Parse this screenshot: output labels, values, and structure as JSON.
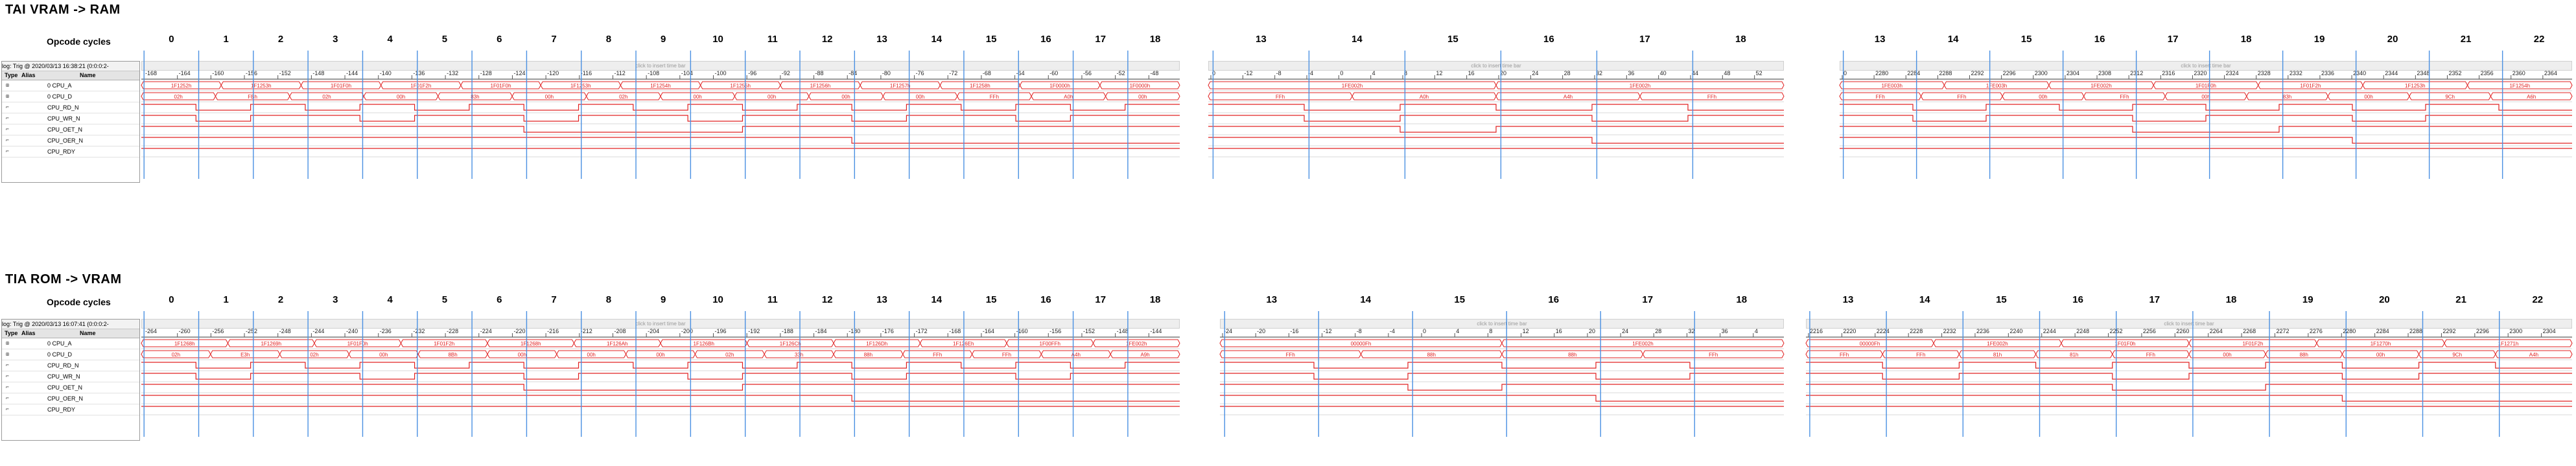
{
  "sections": [
    {
      "title": "TAI VRAM -> RAM",
      "trigger": "log: Trig @ 2020/03/13 16:38:21 (0:0:0:2-",
      "panels": [
        {
          "ticks": [
            "-168",
            "-164",
            "-160",
            "-156",
            "-152",
            "-148",
            "-144",
            "-140",
            "-136",
            "-132",
            "-128",
            "-124",
            "-120",
            "-116",
            "-112",
            "-108",
            "-104",
            "-100",
            "-96",
            "-92",
            "-88",
            "-84",
            "-80",
            "-76",
            "-72",
            "-68",
            "-64",
            "-60",
            "-56",
            "-52",
            "-48"
          ],
          "cycles": [
            "0",
            "1",
            "2",
            "3",
            "4",
            "5",
            "6",
            "7",
            "8",
            "9",
            "10",
            "11",
            "12",
            "13",
            "14",
            "15",
            "16",
            "17",
            "18"
          ],
          "addr_labels": [
            "1F1252h",
            "1F1253h",
            "1F01F0h",
            "1F01F2h",
            "1F01F0h",
            "1F1253h",
            "1F1254h",
            "1F1255h",
            "1F1256h",
            "1F1257h",
            "1F1258h",
            "1F0000h",
            "1F0000h"
          ],
          "data_labels": [
            "02h",
            "FBh",
            "02h",
            "00h",
            "83h",
            "00h",
            "02h",
            "00h",
            "00h",
            "00h",
            "00h",
            "FFh",
            "A0h",
            "00h"
          ]
        },
        {
          "ticks": [
            "0",
            "-12",
            "-8",
            "-4",
            "0",
            "4",
            "8",
            "12",
            "16",
            "20",
            "24",
            "28",
            "32",
            "36",
            "40",
            "44",
            "48",
            "52"
          ],
          "cycles": [
            "13",
            "14",
            "15",
            "16",
            "17",
            "18"
          ],
          "addr_labels": [
            "1FE002h",
            "1FE002h"
          ],
          "data_labels": [
            "FFh",
            "A0h",
            "A4h",
            "FFh"
          ]
        },
        {
          "ticks": [
            "0",
            "2280",
            "2284",
            "2288",
            "2292",
            "2296",
            "2300",
            "2304",
            "2308",
            "2312",
            "2316",
            "2320",
            "2324",
            "2328",
            "2332",
            "2336",
            "2340",
            "2344",
            "2348",
            "2352",
            "2356",
            "2360",
            "2364"
          ],
          "cycles": [
            "13",
            "14",
            "15",
            "16",
            "17",
            "18",
            "19",
            "20",
            "21",
            "22"
          ],
          "addr_labels": [
            "1FE003h",
            "1FE003h",
            "1FE002h",
            "1F01F0h",
            "1F01F2h",
            "1F1253h",
            "1F1254h"
          ],
          "data_labels": [
            "FFh",
            "FFh",
            "00h",
            "FFh",
            "00h",
            "83h",
            "00h",
            "9Ch",
            "A6h"
          ]
        }
      ]
    },
    {
      "title": "TIA ROM -> VRAM",
      "trigger": "log: Trig @ 2020/03/13 16:07:41 (0:0:0:2-",
      "panels": [
        {
          "ticks": [
            "-264",
            "-260",
            "-256",
            "-252",
            "-248",
            "-244",
            "-240",
            "-236",
            "-232",
            "-228",
            "-224",
            "-220",
            "-216",
            "-212",
            "-208",
            "-204",
            "-200",
            "-196",
            "-192",
            "-188",
            "-184",
            "-180",
            "-176",
            "-172",
            "-168",
            "-164",
            "-160",
            "-156",
            "-152",
            "-148",
            "-144"
          ],
          "cycles": [
            "0",
            "1",
            "2",
            "3",
            "4",
            "5",
            "6",
            "7",
            "8",
            "9",
            "10",
            "11",
            "12",
            "13",
            "14",
            "15",
            "16",
            "17",
            "18"
          ],
          "addr_labels": [
            "1F1268h",
            "1F1269h",
            "1F01F0h",
            "1F01F2h",
            "1F1268h",
            "1F126Ah",
            "1F126Bh",
            "1F126Ch",
            "1F126Dh",
            "1F126Eh",
            "1F00FFh",
            "1FE002h"
          ],
          "data_labels": [
            "02h",
            "E3h",
            "02h",
            "00h",
            "8Bh",
            "00h",
            "00h",
            "00h",
            "02h",
            "33h",
            "88h",
            "FFh",
            "FFh",
            "A4h",
            "A9h"
          ]
        },
        {
          "ticks": [
            "-24",
            "-20",
            "-16",
            "-12",
            "-8",
            "-4",
            "0",
            "4",
            "8",
            "12",
            "16",
            "20",
            "24",
            "28",
            "32",
            "36",
            "4"
          ],
          "cycles": [
            "13",
            "14",
            "15",
            "16",
            "17",
            "18"
          ],
          "addr_labels": [
            "00000Fh",
            "1FE002h"
          ],
          "data_labels": [
            "FFh",
            "88h",
            "88h",
            "FFh"
          ]
        },
        {
          "ticks": [
            "2216",
            "2220",
            "2224",
            "2228",
            "2232",
            "2236",
            "2240",
            "2244",
            "2248",
            "2252",
            "2256",
            "2260",
            "2264",
            "2268",
            "2272",
            "2276",
            "2280",
            "2284",
            "2288",
            "2292",
            "2296",
            "2300",
            "2304"
          ],
          "cycles": [
            "13",
            "14",
            "15",
            "16",
            "17",
            "18",
            "19",
            "20",
            "21",
            "22"
          ],
          "addr_labels": [
            "00000Fh",
            "1FE002h",
            "1F01F0h",
            "1F01F2h",
            "1F1270h",
            "1F1271h"
          ],
          "data_labels": [
            "FFh",
            "FFh",
            "81h",
            "81h",
            "FFh",
            "00h",
            "88h",
            "00h",
            "9Ch",
            "A4h"
          ]
        }
      ]
    }
  ],
  "opcode_label": "Opcode cycles",
  "time_bar_hint": "click to insert time bar",
  "table_headers": {
    "type": "Type",
    "alias": "Alias",
    "name": "Name"
  },
  "signals": [
    {
      "icon": "bus",
      "name": "CPU_A",
      "prefix": "0"
    },
    {
      "icon": "bus",
      "name": "CPU_D",
      "prefix": "0"
    },
    {
      "icon": "wire",
      "name": "CPU_RD_N",
      "prefix": ""
    },
    {
      "icon": "wire",
      "name": "CPU_WR_N",
      "prefix": ""
    },
    {
      "icon": "wire",
      "name": "CPU_OET_N",
      "prefix": ""
    },
    {
      "icon": "wire",
      "name": "CPU_OER_N",
      "prefix": ""
    },
    {
      "icon": "wire",
      "name": "CPU_RDY",
      "prefix": ""
    }
  ],
  "colors": {
    "waveform": "#e02020",
    "marker": "#4a90e2",
    "grid": "#d8d8d8"
  }
}
